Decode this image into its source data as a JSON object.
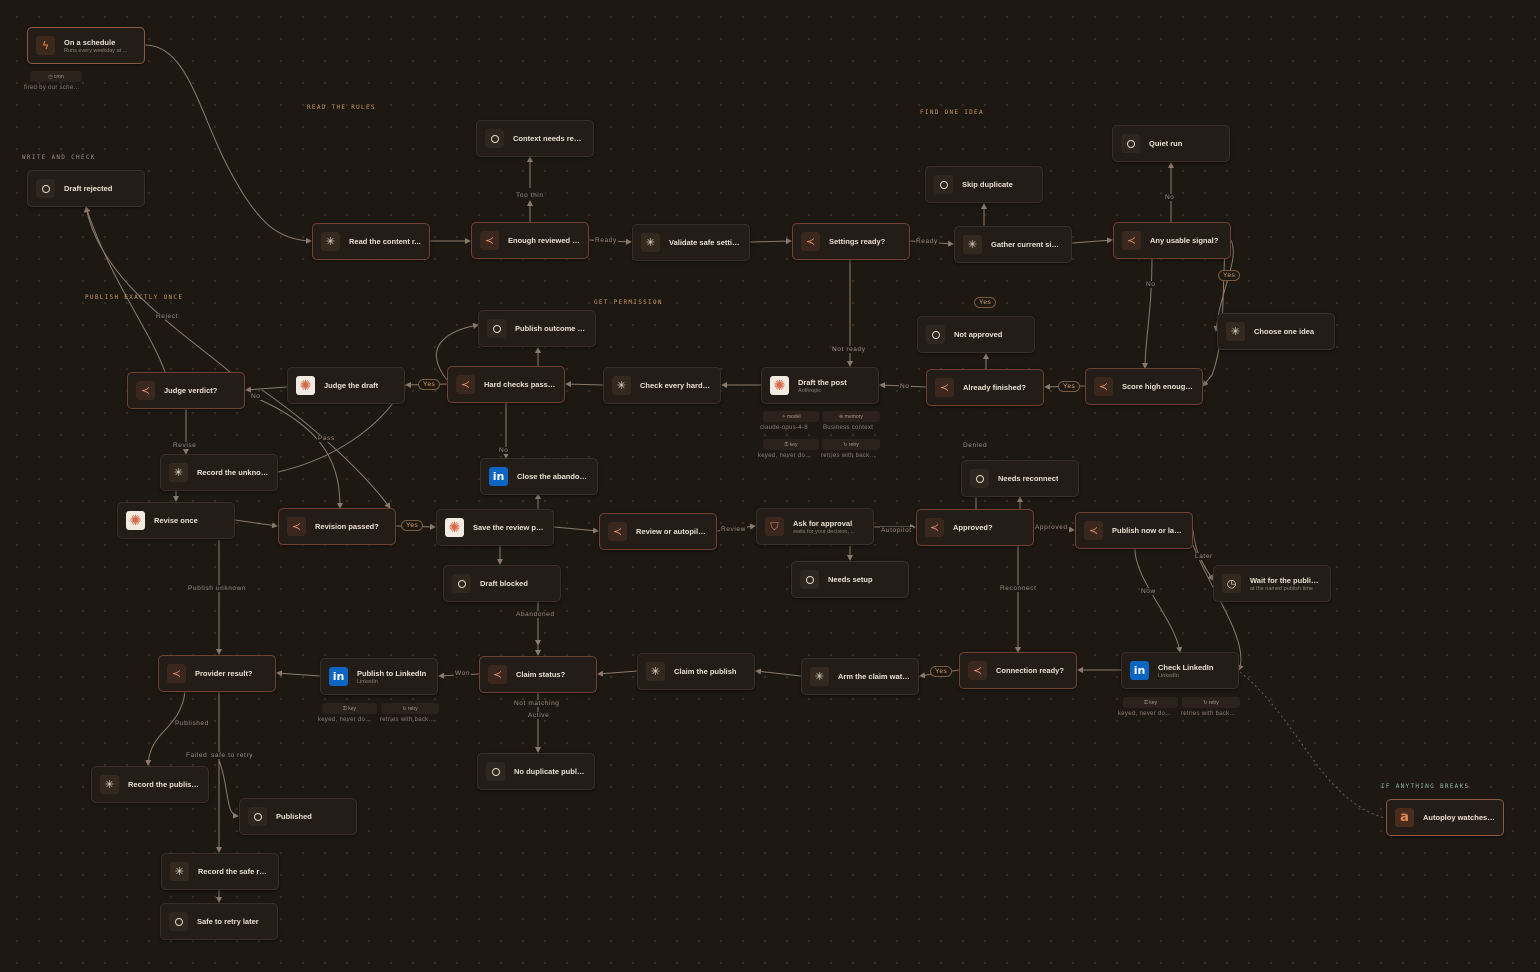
{
  "sections": [
    {
      "text": "READ THE RULES"
    },
    {
      "text": "FIND ONE IDEA"
    },
    {
      "text": "WRITE AND CHECK"
    },
    {
      "text": "PUBLISH EXACTLY ONCE"
    },
    {
      "text": "GET PERMISSION"
    },
    {
      "text": "IF ANYTHING BREAKS"
    }
  ],
  "nodes": {
    "on_schedule": {
      "title": "On a schedule",
      "sub": "Runs every weekday at ..."
    },
    "draft_rejected": {
      "title": "Draft rejected"
    },
    "context_needs_review": {
      "title": "Context needs review"
    },
    "read_content": {
      "title": "Read the content r..."
    },
    "enough_reviewed": {
      "title": "Enough reviewed c..."
    },
    "validate_safe": {
      "title": "Validate safe settings"
    },
    "settings_ready": {
      "title": "Settings ready?"
    },
    "skip_duplicate": {
      "title": "Skip duplicate"
    },
    "gather_signals": {
      "title": "Gather current sign..."
    },
    "quiet_run": {
      "title": "Quiet run"
    },
    "any_usable": {
      "title": "Any usable signal?"
    },
    "choose_idea": {
      "title": "Choose one idea"
    },
    "score_high": {
      "title": "Score high enough?"
    },
    "already_finished": {
      "title": "Already finished?"
    },
    "not_approved": {
      "title": "Not approved"
    },
    "draft_post": {
      "title": "Draft the post",
      "sub": "Anthropic"
    },
    "check_hard": {
      "title": "Check every hard r..."
    },
    "hard_checks": {
      "title": "Hard checks passed?"
    },
    "publish_outcome": {
      "title": "Publish outcome n..."
    },
    "judge_draft": {
      "title": "Judge the draft"
    },
    "judge_verdict": {
      "title": "Judge verdict?"
    },
    "record_unknown": {
      "title": "Record the unknow..."
    },
    "revise_once": {
      "title": "Revise once"
    },
    "revision_passed": {
      "title": "Revision passed?"
    },
    "save_review": {
      "title": "Save the review pa..."
    },
    "close_abandoned": {
      "title": "Close the abandon..."
    },
    "draft_blocked": {
      "title": "Draft blocked"
    },
    "review_autopilot": {
      "title": "Review or autopilot?"
    },
    "ask_approval": {
      "title": "Ask for approval",
      "sub": "waits for your decision, ..."
    },
    "needs_setup": {
      "title": "Needs setup"
    },
    "approved": {
      "title": "Approved?"
    },
    "needs_reconnect": {
      "title": "Needs reconnect"
    },
    "publish_now_later": {
      "title": "Publish now or later?"
    },
    "wait_publish": {
      "title": "Wait for the publish...",
      "sub": "at the named publish time"
    },
    "check_linkedin": {
      "title": "Check LinkedIn",
      "sub": "LinkedIn"
    },
    "connection_ready": {
      "title": "Connection ready?"
    },
    "arm_claim": {
      "title": "Arm the claim watc..."
    },
    "claim_publish": {
      "title": "Claim the publish"
    },
    "claim_status": {
      "title": "Claim status?"
    },
    "publish_linkedin": {
      "title": "Publish to LinkedIn",
      "sub": "LinkedIn"
    },
    "provider_result": {
      "title": "Provider result?"
    },
    "no_duplicate": {
      "title": "No duplicate publish"
    },
    "record_publish": {
      "title": "Record the publish..."
    },
    "published": {
      "title": "Published"
    },
    "record_safe": {
      "title": "Record the safe ref..."
    },
    "safe_retry": {
      "title": "Safe to retry later"
    },
    "autoploy": {
      "title": "Autoploy watches t..."
    }
  },
  "chips": {
    "cron": {
      "label": "cron",
      "text": "fired by our sche..."
    },
    "draft_model": {
      "label": "model",
      "text": "claude-opus-4-8"
    },
    "draft_memory": {
      "label": "memory",
      "text": "Business context"
    },
    "draft_key": {
      "label": "key",
      "text": "keyed, never do..."
    },
    "draft_retry": {
      "label": "retry",
      "text": "retries with back..."
    },
    "pub_key": {
      "label": "key",
      "text": "keyed, never do..."
    },
    "pub_retry": {
      "label": "retry",
      "text": "retries with back..."
    },
    "chk_key": {
      "label": "key",
      "text": "keyed, never do..."
    },
    "chk_retry": {
      "label": "retry",
      "text": "retries with back..."
    }
  },
  "edge_labels": {
    "too_thin": "Too thin",
    "ready1": "Ready",
    "ready2": "Ready",
    "yes_gather": "Yes",
    "no_quiet": "No",
    "yes_choose": "Yes",
    "no_any": "No",
    "not_ready": "Not ready",
    "no_already": "No",
    "yes_score": "Yes",
    "denied": "Denied",
    "reject": "Reject",
    "yes_hard": "Yes",
    "no_judge": "No",
    "pass": "Pass",
    "no_hard": "No",
    "revise": "Revise",
    "yes_revision": "Yes",
    "review": "Review",
    "autopilot": "Autopilot",
    "approved_edge": "Approved",
    "later": "Later",
    "now": "Now",
    "reconnect": "Reconnect",
    "yes_conn": "Yes",
    "won": "Won",
    "abandoned": "Abandoned",
    "not_matching": "Not matching",
    "active": "Active",
    "publish_unknown": "Publish unknown",
    "published_edge": "Published",
    "failed": "Failed",
    "safe_retry_edge": "safe to retry"
  },
  "colors": {
    "background": "#1e1813",
    "edge": "#8a7b6c",
    "accent": "#d98c66",
    "section": "#c89a5e",
    "linkedin": "#0a66c2"
  }
}
